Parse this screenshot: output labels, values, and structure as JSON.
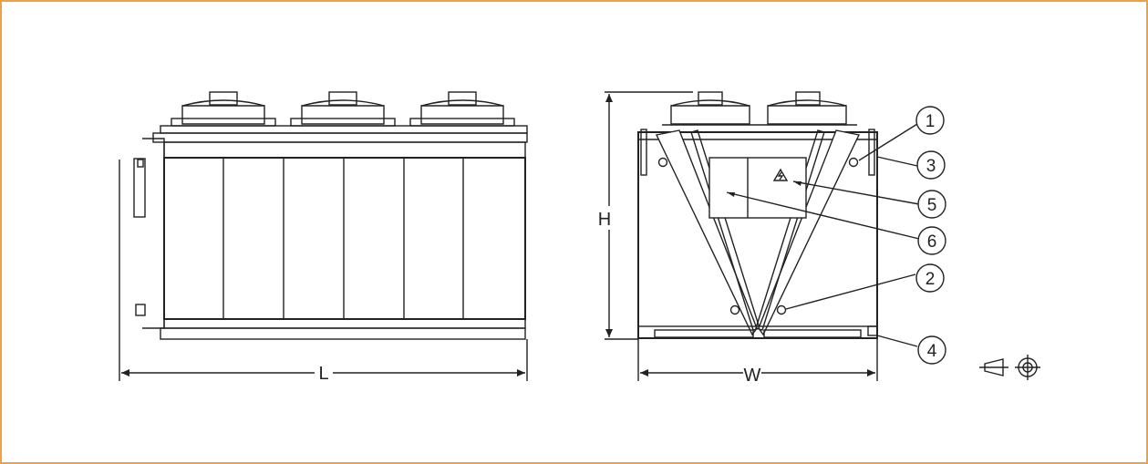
{
  "dimensions": {
    "length_label": "L",
    "width_label": "W",
    "height_label": "H"
  },
  "callouts": [
    {
      "number": "1"
    },
    {
      "number": "3"
    },
    {
      "number": "5"
    },
    {
      "number": "6"
    },
    {
      "number": "2"
    },
    {
      "number": "4"
    }
  ],
  "symbols": {
    "projection": "third-angle-projection-icon",
    "warning": "high-voltage-warning-icon"
  },
  "colors": {
    "frame_border": "#f0a040",
    "line": "#222222"
  }
}
